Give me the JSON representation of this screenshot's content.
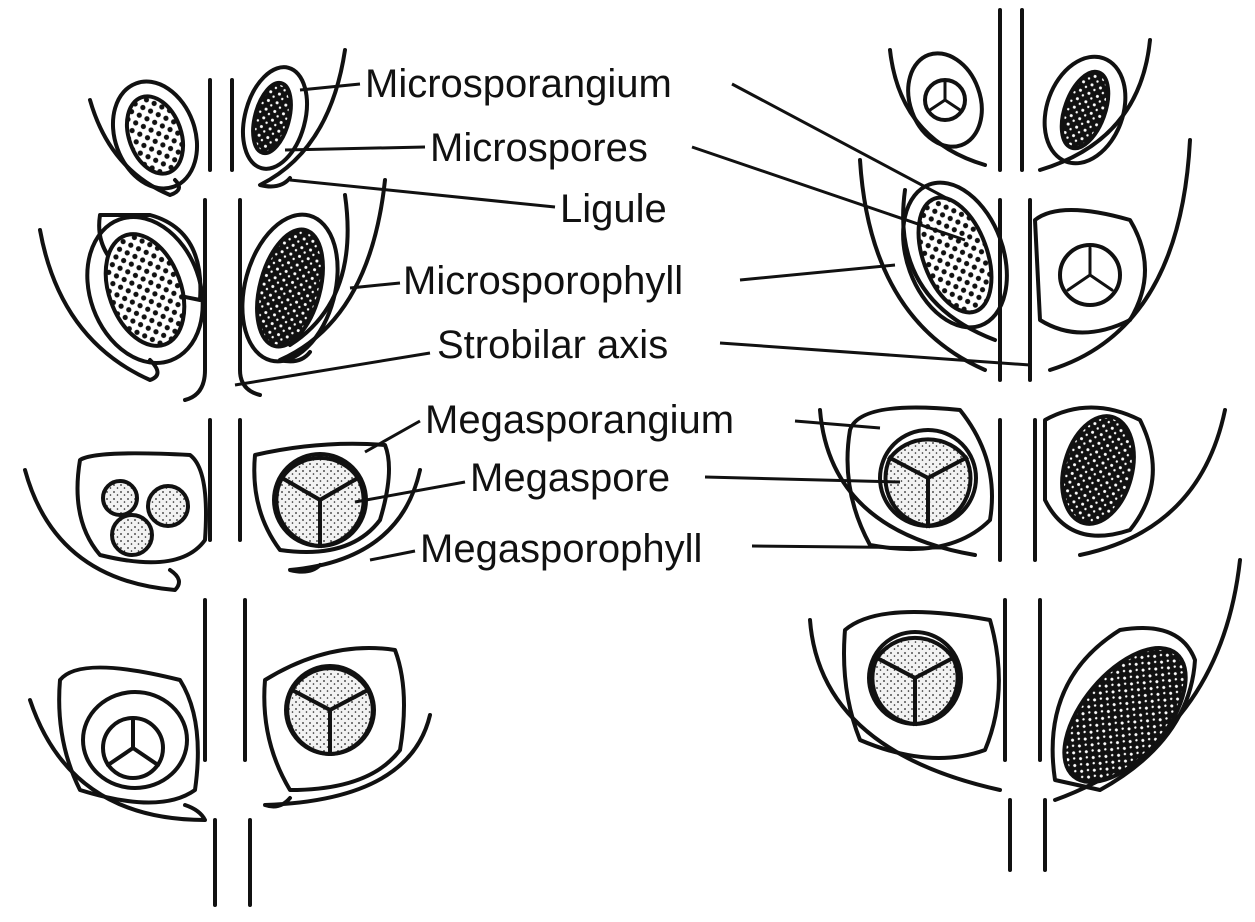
{
  "labels": {
    "microsporangium": "Microsporangium",
    "microspores": "Microspores",
    "ligule": "Ligule",
    "microsporophyll": "Microsporophyll",
    "strobilar_axis": "Strobilar axis",
    "megasporangium": "Megasporangium",
    "megaspore": "Megaspore",
    "megasporophyll": "Megasporophyll"
  },
  "colors": {
    "ink": "#111111",
    "background": "#ffffff"
  }
}
